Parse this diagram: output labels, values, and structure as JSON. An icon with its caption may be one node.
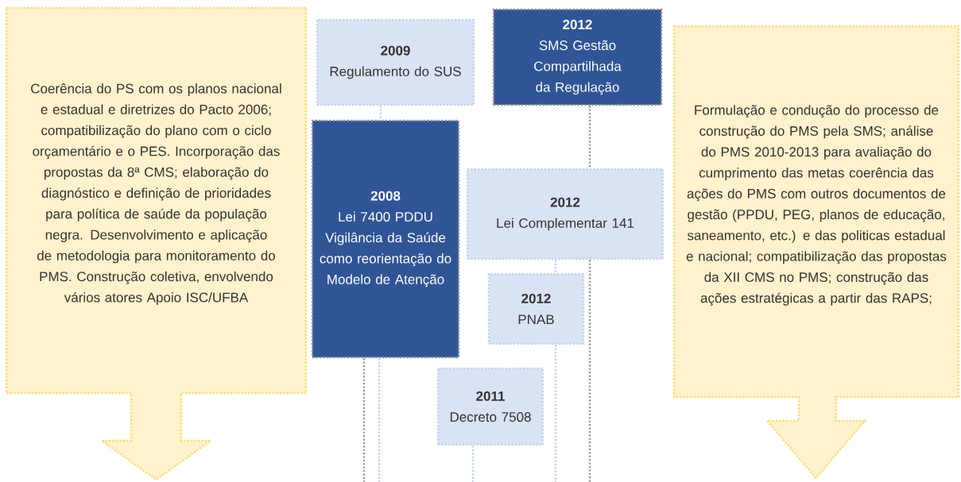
{
  "diagram": {
    "nodes": [
      {
        "text": [
          "Coerência do PS com os planos nacional e estadual e diretrizes do Pacto 2006; compatibilização do plano com o ciclo orçamentário e o PES. Incorporação das propostas da 8ª CMS; elaboração do diagnóstico e definição de prioridades para política de saúde da população negra. Desenvolvimento e aplicação de metodologia para monitoramento do PMS. Construção coletiva, envolvendo vários atores Apoio ISC/UFBA"
        ]
      },
      {
        "text": [
          "2009",
          "Regulamento do SUS"
        ]
      },
      {
        "text": [
          "2012",
          "SMS Gestão Compartilhada da Regulação"
        ]
      },
      {
        "text": [
          "2008",
          "Lei 7400 PDDU Vigilância da Saúde como reorientação do Modelo de Atenção"
        ]
      },
      {
        "text": [
          "2012",
          "Lei Complementar 141"
        ]
      },
      {
        "text": [
          "2012",
          "PNAB"
        ]
      },
      {
        "text": [
          "2011",
          "Decreto 7508"
        ]
      },
      {
        "text": [
          "Formulação e condução do processo de construção do PMS pela SMS; análise do PMS 2010-2013 para avaliação do cumprimento das metas coerência das ações do PMS com outros documentos  de gestão (PPDU, PEG, planos de educação, saneamento, etc.) e das politicas estadual e nacional; compatibilização das propostas da XII CMS no PMS; construção das ações estratégicas a partir das RAPS;"
        ]
      }
    ],
    "edges": [
      {
        "from": 1,
        "to": 3,
        "arrow": "none"
      },
      {
        "from": 3,
        "to": null,
        "arrow": "none",
        "color": "#9a9a9a"
      },
      {
        "from": 3,
        "to": null,
        "arrow": "none"
      },
      {
        "from": 2,
        "to": 4,
        "arrow": "none",
        "color": "#9a9a9a"
      },
      {
        "from": 4,
        "to": null,
        "arrow": "none",
        "color": "#9a9a9a"
      },
      {
        "from": 4,
        "to": 5,
        "arrow": "none"
      },
      {
        "from": 5,
        "to": null,
        "arrow": "none"
      },
      {
        "from": 6,
        "to": null,
        "arrow": "none"
      }
    ]
  }
}
